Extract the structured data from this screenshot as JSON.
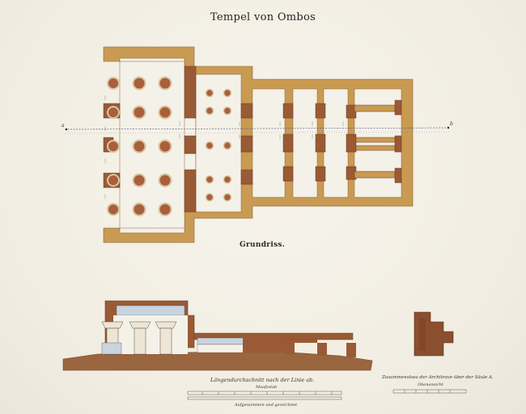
{
  "title": "Tempel von Ombos",
  "plan_label": "Grundriss.",
  "section_caption": "Längendurchschnitt nach der Linie ab.",
  "section_scale_caption": "Maafsstab",
  "detail_caption": "Zusammenstoss der Architrave über der Säule A.",
  "detail_sub_caption": "Obenansicht",
  "signature": "Aufgenommen und gezeichnet",
  "axis_labels": {
    "left": "a",
    "right": "b"
  },
  "colors": {
    "ochre": "#c99a52",
    "brown": "#9a5a36",
    "dark_brown": "#7a3f22",
    "column_fill": "#a85f3a",
    "ink": "#2a2520",
    "paper": "#f4f1e8"
  }
}
